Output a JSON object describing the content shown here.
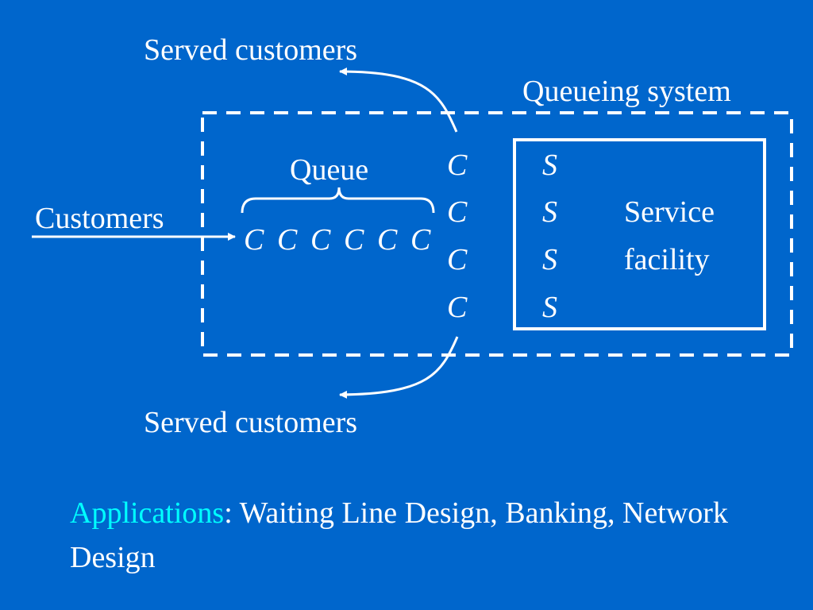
{
  "colors": {
    "background": "#0066CC",
    "foreground": "#FFFFFF",
    "accent": "#00FFFF"
  },
  "labels": {
    "served_top": "Served customers",
    "served_bottom": "Served customers",
    "queueing_system": "Queueing system",
    "queue": "Queue",
    "customers": "Customers",
    "service": "Service",
    "facility": "facility"
  },
  "queue_items": [
    "C",
    "C",
    "C",
    "C",
    "C",
    "C"
  ],
  "in_service": [
    "C",
    "C",
    "C",
    "C"
  ],
  "servers": [
    "S",
    "S",
    "S",
    "S"
  ],
  "applications": {
    "label": "Applications",
    "separator": ":",
    "text": " Waiting Line Design, Banking, Network Design"
  }
}
